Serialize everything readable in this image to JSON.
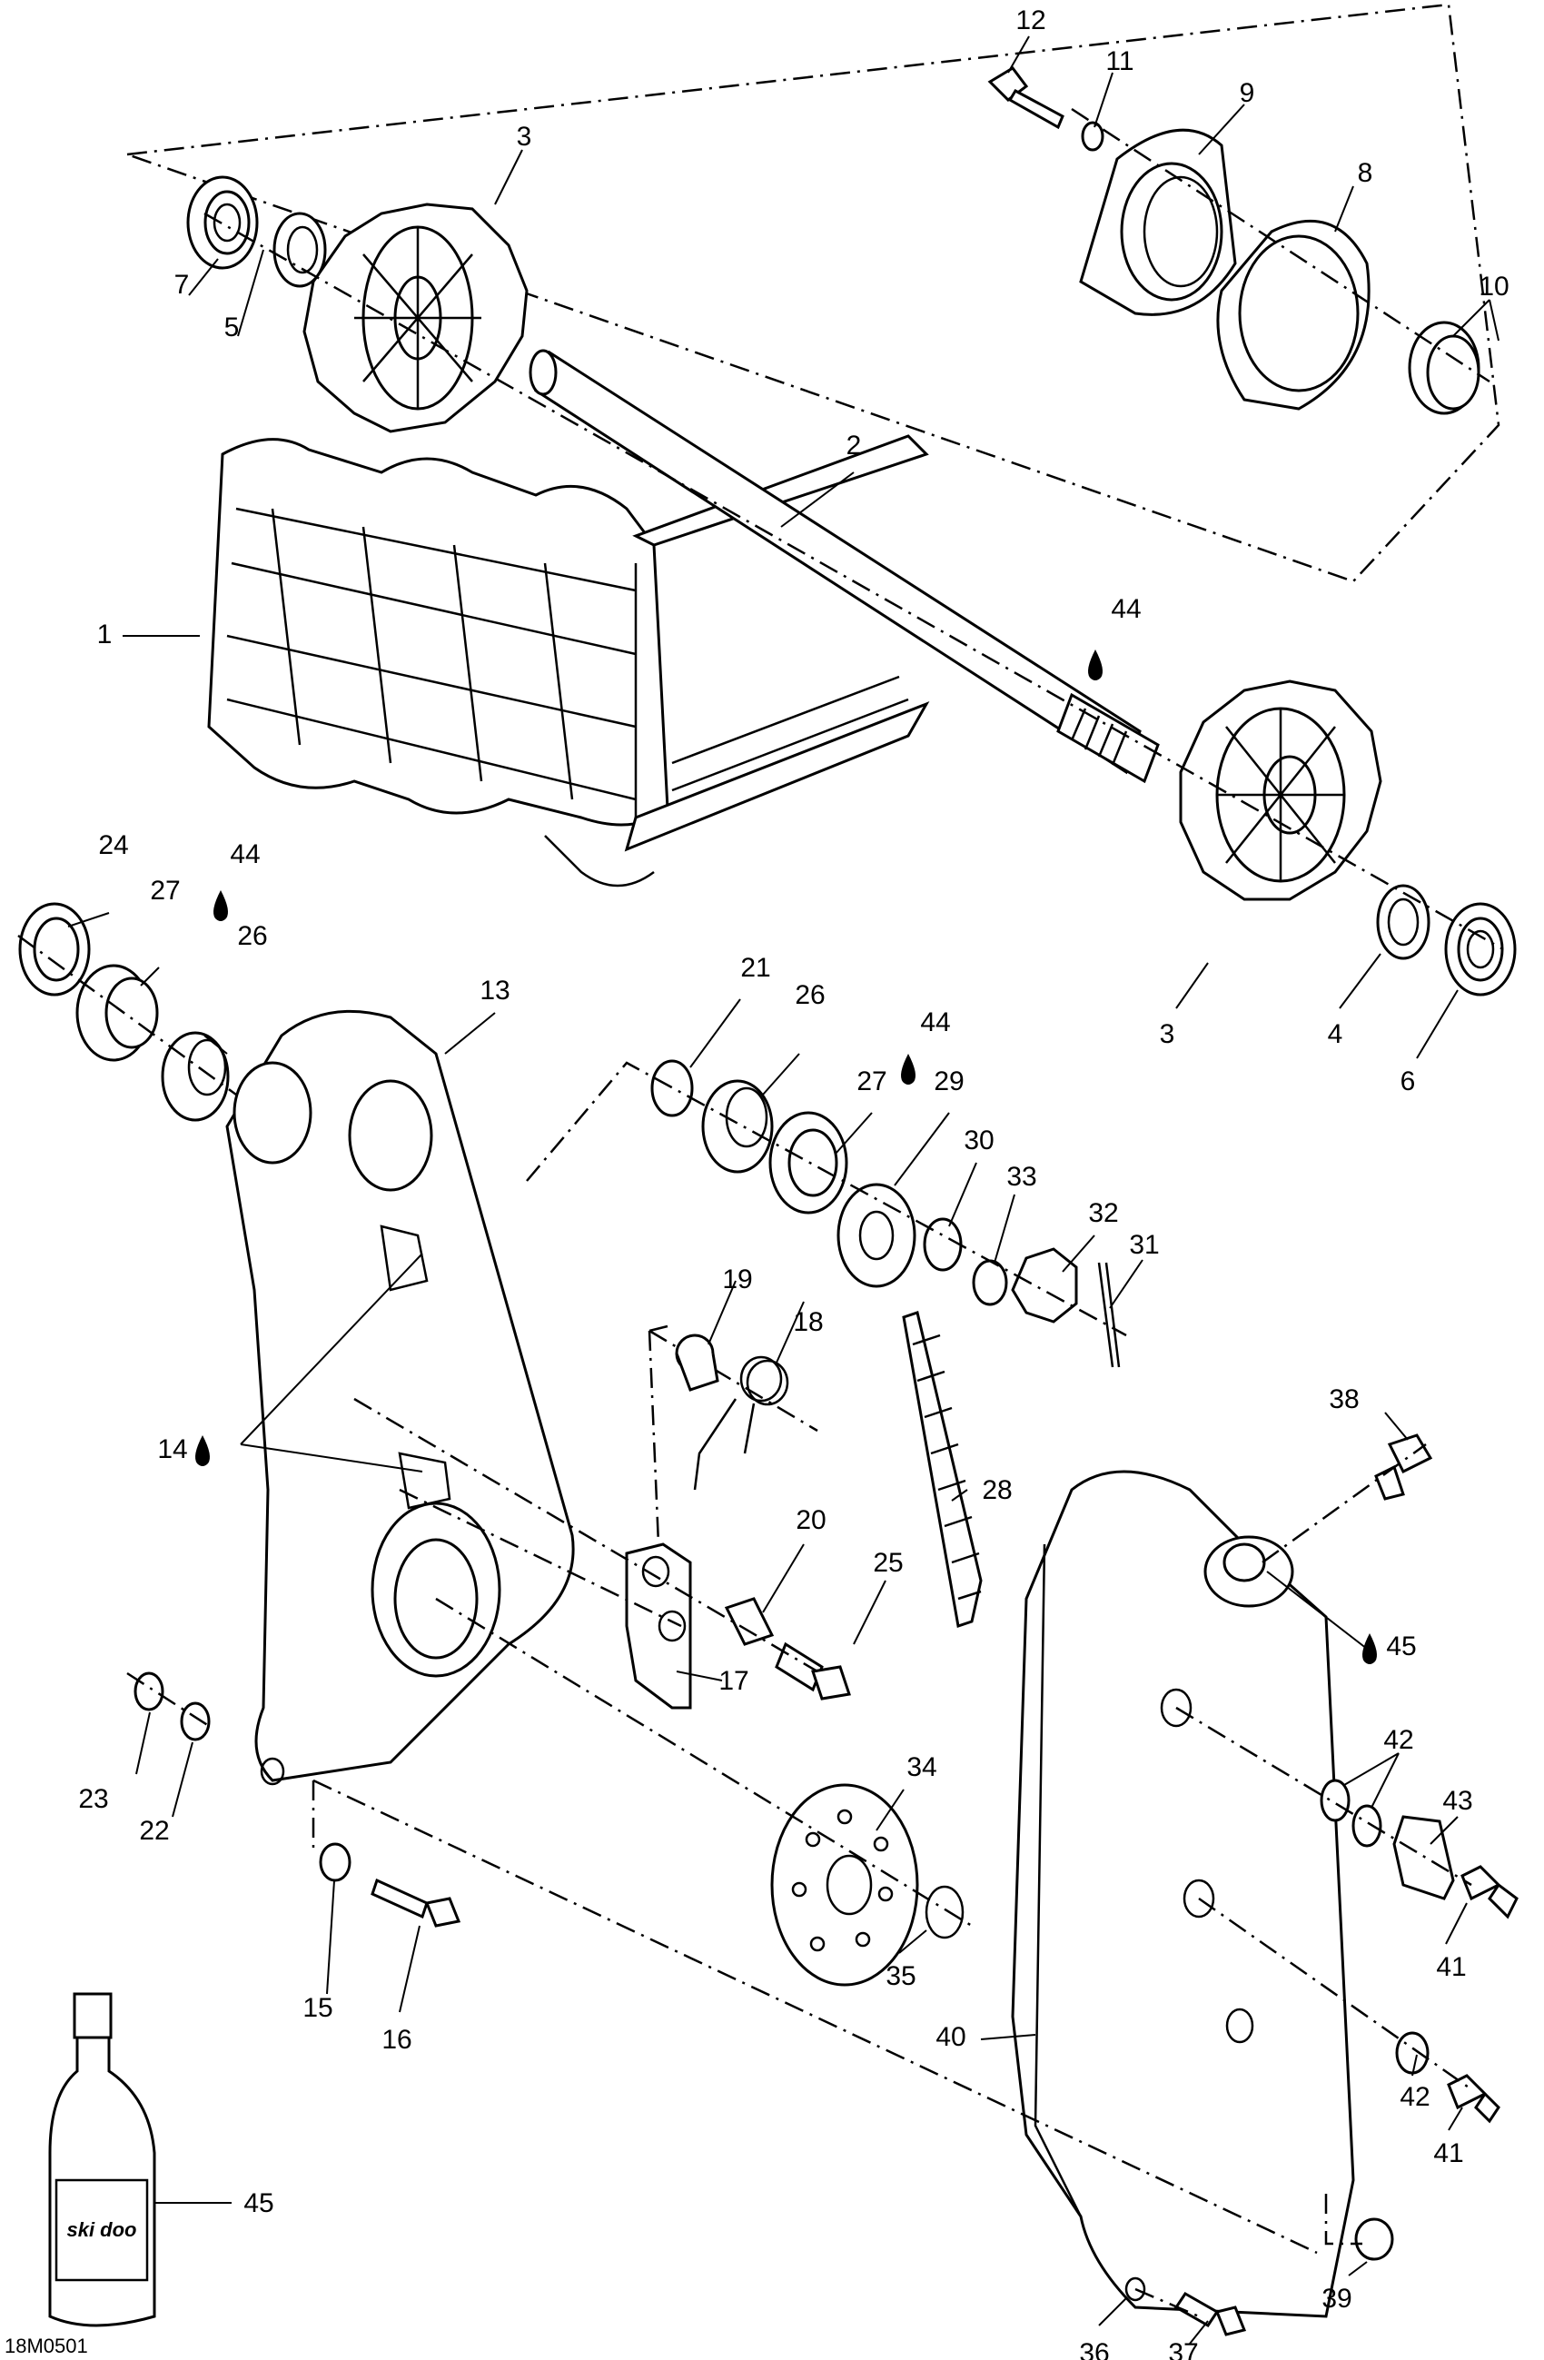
{
  "diagram": {
    "drawing_code": "18M0501",
    "oil_marker_icon": "oil-drop-icon",
    "callouts": [
      {
        "id": "c1",
        "text": "1"
      },
      {
        "id": "c2",
        "text": "2"
      },
      {
        "id": "c3a",
        "text": "3"
      },
      {
        "id": "c3b",
        "text": "3"
      },
      {
        "id": "c4",
        "text": "4"
      },
      {
        "id": "c5",
        "text": "5"
      },
      {
        "id": "c6",
        "text": "6"
      },
      {
        "id": "c7",
        "text": "7"
      },
      {
        "id": "c8",
        "text": "8"
      },
      {
        "id": "c9",
        "text": "9"
      },
      {
        "id": "c10",
        "text": "10"
      },
      {
        "id": "c11",
        "text": "11"
      },
      {
        "id": "c12",
        "text": "12"
      },
      {
        "id": "c13",
        "text": "13"
      },
      {
        "id": "c14",
        "text": "14"
      },
      {
        "id": "c15",
        "text": "15"
      },
      {
        "id": "c16",
        "text": "16"
      },
      {
        "id": "c17",
        "text": "17"
      },
      {
        "id": "c18",
        "text": "18"
      },
      {
        "id": "c19",
        "text": "19"
      },
      {
        "id": "c20",
        "text": "20"
      },
      {
        "id": "c21",
        "text": "21"
      },
      {
        "id": "c22",
        "text": "22"
      },
      {
        "id": "c23",
        "text": "23"
      },
      {
        "id": "c24",
        "text": "24"
      },
      {
        "id": "c25",
        "text": "25"
      },
      {
        "id": "c26a",
        "text": "26"
      },
      {
        "id": "c26b",
        "text": "26"
      },
      {
        "id": "c27a",
        "text": "27"
      },
      {
        "id": "c27b",
        "text": "27"
      },
      {
        "id": "c28",
        "text": "28"
      },
      {
        "id": "c29",
        "text": "29"
      },
      {
        "id": "c30",
        "text": "30"
      },
      {
        "id": "c31",
        "text": "31"
      },
      {
        "id": "c32",
        "text": "32"
      },
      {
        "id": "c33",
        "text": "33"
      },
      {
        "id": "c34",
        "text": "34"
      },
      {
        "id": "c35",
        "text": "35"
      },
      {
        "id": "c36",
        "text": "36"
      },
      {
        "id": "c37",
        "text": "37"
      },
      {
        "id": "c38",
        "text": "38"
      },
      {
        "id": "c39",
        "text": "39"
      },
      {
        "id": "c40",
        "text": "40"
      },
      {
        "id": "c41a",
        "text": "41"
      },
      {
        "id": "c41b",
        "text": "41"
      },
      {
        "id": "c42a",
        "text": "42"
      },
      {
        "id": "c42b",
        "text": "42"
      },
      {
        "id": "c43",
        "text": "43"
      },
      {
        "id": "c44a",
        "text": "44"
      },
      {
        "id": "c44b",
        "text": "44"
      },
      {
        "id": "c44c",
        "text": "44"
      },
      {
        "id": "c45a",
        "text": "45"
      },
      {
        "id": "c45b",
        "text": "45"
      }
    ],
    "bottle_label": "ski doo"
  }
}
